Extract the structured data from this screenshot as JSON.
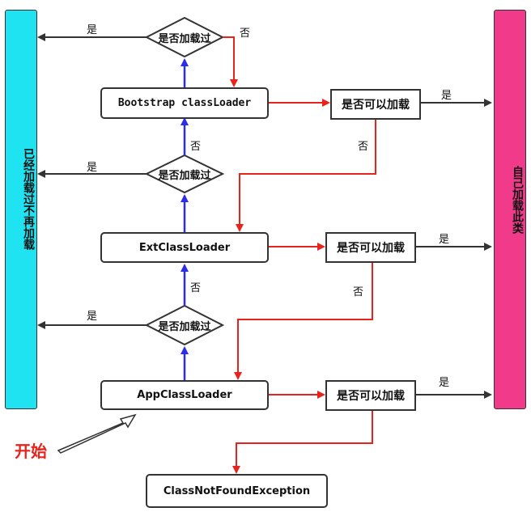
{
  "left_bar": {
    "label": "已经加载过不再加载",
    "color": "#1fe3f0"
  },
  "right_bar": {
    "label": "自己加载此类",
    "color": "#f13b8a"
  },
  "loaders": {
    "bootstrap": "Bootstrap classLoader",
    "ext": "ExtClassLoader",
    "app": "AppClassLoader"
  },
  "decisions": {
    "loaded_question": "是否加载过",
    "can_load_question": "是否可以加载"
  },
  "labels": {
    "yes": "是",
    "no": "否"
  },
  "start_label": "开始",
  "exception": "ClassNotFoundException",
  "colors": {
    "blue_arrow": "#2d2de6",
    "red_arrow": "#e8231b",
    "black_arrow": "#333333"
  }
}
